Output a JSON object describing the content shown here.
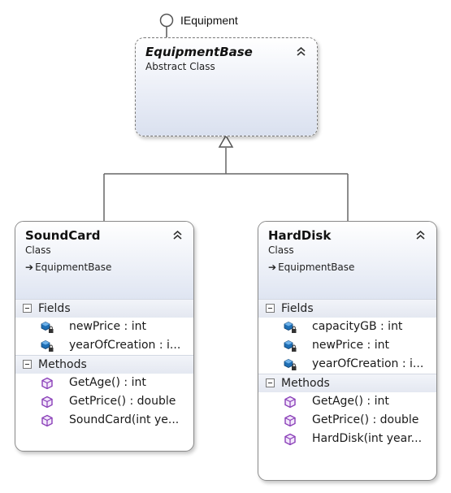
{
  "interface": {
    "name": "IEquipment"
  },
  "base": {
    "name": "EquipmentBase",
    "kind": "Abstract Class"
  },
  "classes": [
    {
      "name": "SoundCard",
      "kind": "Class",
      "parent": "EquipmentBase",
      "fields_label": "Fields",
      "fields": [
        "newPrice : int",
        "yearOfCreation : i..."
      ],
      "methods_label": "Methods",
      "methods": [
        "GetAge() : int",
        "GetPrice() : double",
        "SoundCard(int ye..."
      ]
    },
    {
      "name": "HardDisk",
      "kind": "Class",
      "parent": "EquipmentBase",
      "fields_label": "Fields",
      "fields": [
        "capacityGB : int",
        "newPrice : int",
        "yearOfCreation : i..."
      ],
      "methods_label": "Methods",
      "methods": [
        "GetAge() : int",
        "GetPrice() : double",
        "HardDisk(int year..."
      ]
    }
  ],
  "icons": {
    "collapse": "double-chevron-up-icon",
    "field": "protected-field-icon",
    "method": "method-cube-icon",
    "section": "collapse-minus-icon",
    "inherit": "inheritance-arrow-icon"
  },
  "colors": {
    "header_tint": "#dfe5f2",
    "section_tint": "#e4e8f1",
    "field_icon": "#1f6fb5",
    "method_icon": "#8a3fb8",
    "border": "#8a8a8a"
  }
}
